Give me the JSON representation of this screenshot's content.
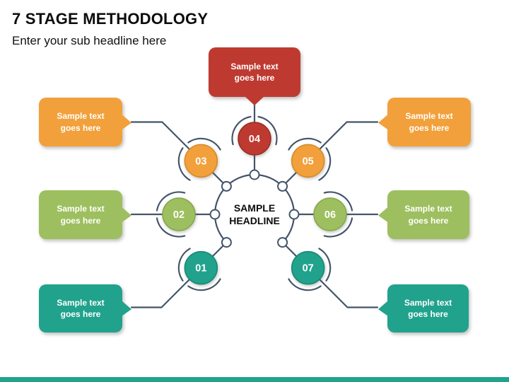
{
  "header": {
    "title": "7 STAGE METHODOLOGY",
    "subtitle": "Enter your sub headline here"
  },
  "center": {
    "line1": "SAMPLE",
    "line2": "HEADLINE"
  },
  "colors": {
    "line": "#44546A",
    "red": "#BE3A31",
    "orange": "#F2A03B",
    "green": "#9DBF5F",
    "teal": "#21A28D",
    "footer_bar": "#21A28D",
    "title_text": "#0C0C0C",
    "stage_number_text": "#FFFFFF",
    "callout_text": "#FFFFFF"
  },
  "stages": [
    {
      "number": "01",
      "color": "#21A28D",
      "stroke": "#178875",
      "angle": 135
    },
    {
      "number": "02",
      "color": "#9DBF5F",
      "stroke": "#83A74A",
      "angle": 180
    },
    {
      "number": "03",
      "color": "#F2A03B",
      "stroke": "#D78822",
      "angle": 225
    },
    {
      "number": "04",
      "color": "#BE3A31",
      "stroke": "#9C2B24",
      "angle": 270
    },
    {
      "number": "05",
      "color": "#F2A03B",
      "stroke": "#D78822",
      "angle": 315
    },
    {
      "number": "06",
      "color": "#9DBF5F",
      "stroke": "#83A74A",
      "angle": 0
    },
    {
      "number": "07",
      "color": "#21A28D",
      "stroke": "#178875",
      "angle": 45
    }
  ],
  "callouts": [
    {
      "position": "top",
      "stage": "04",
      "text": "Sample text goes here",
      "color": "#BE3A31"
    },
    {
      "position": "left-top",
      "stage": "03",
      "text": "Sample text goes here",
      "color": "#F2A03B"
    },
    {
      "position": "left-middle",
      "stage": "02",
      "text": "Sample text goes here",
      "color": "#9DBF5F"
    },
    {
      "position": "left-bottom",
      "stage": "01",
      "text": "Sample text goes here",
      "color": "#21A28D"
    },
    {
      "position": "right-top",
      "stage": "05",
      "text": "Sample text goes here",
      "color": "#F2A03B"
    },
    {
      "position": "right-middle",
      "stage": "06",
      "text": "Sample text goes here",
      "color": "#9DBF5F"
    },
    {
      "position": "right-bottom",
      "stage": "07",
      "text": "Sample text goes here",
      "color": "#21A28D"
    }
  ]
}
